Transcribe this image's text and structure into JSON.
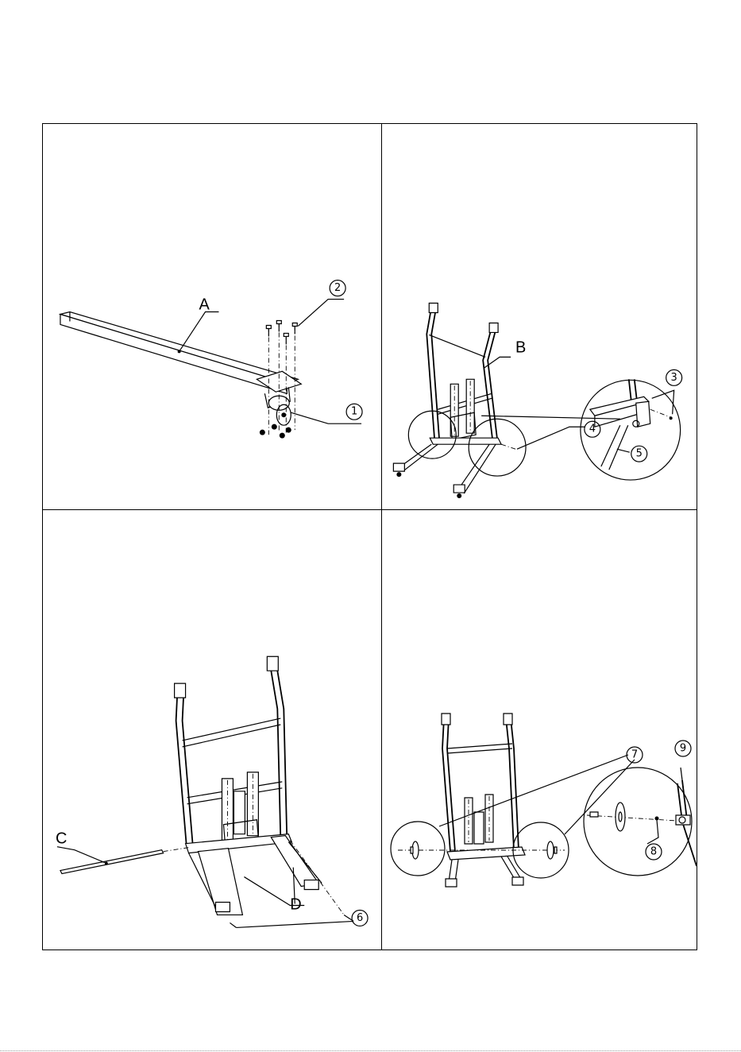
{
  "panels": [
    {
      "letters": [
        "A"
      ],
      "numbers": [
        "1",
        "2"
      ]
    },
    {
      "letters": [
        "B"
      ],
      "numbers": [
        "3",
        "4",
        "5"
      ]
    },
    {
      "letters": [
        "C",
        "D"
      ],
      "numbers": [
        "6"
      ]
    },
    {
      "letters": [],
      "numbers": [
        "7",
        "8",
        "9"
      ]
    }
  ],
  "colors": {
    "line": "#000000",
    "background": "#ffffff"
  }
}
